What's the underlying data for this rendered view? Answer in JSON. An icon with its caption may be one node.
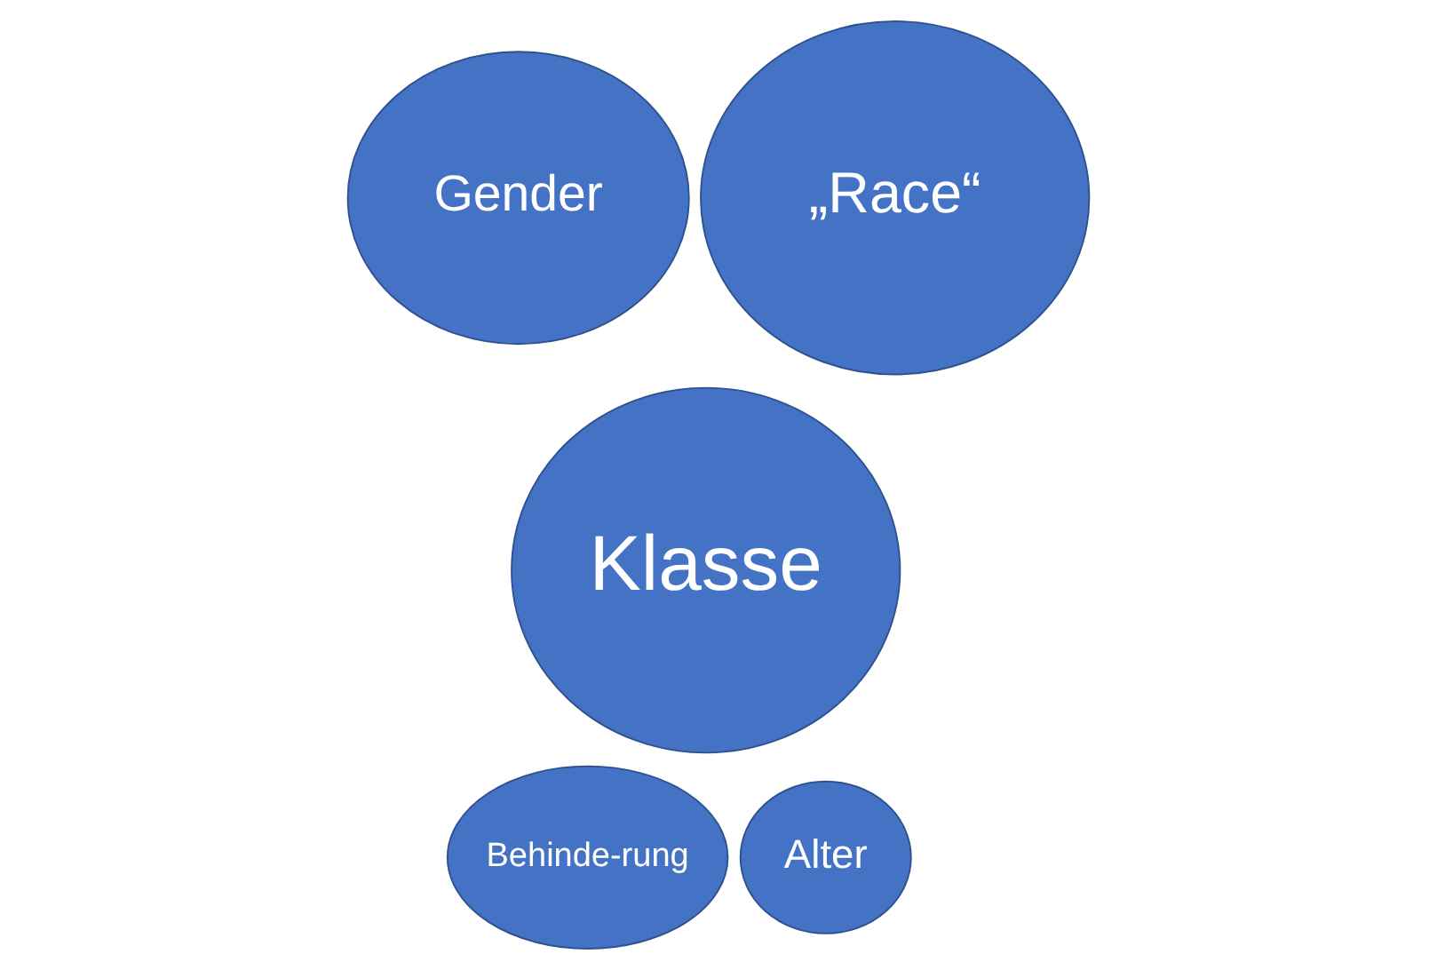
{
  "diagram": {
    "nodes": [
      {
        "text": [
          "Gender"
        ]
      },
      {
        "text": [
          "„Race“"
        ]
      },
      {
        "text": [
          "Klasse"
        ]
      },
      {
        "text": [
          "Behinde-rung"
        ]
      },
      {
        "text": [
          "Alter"
        ]
      }
    ],
    "edges": []
  }
}
